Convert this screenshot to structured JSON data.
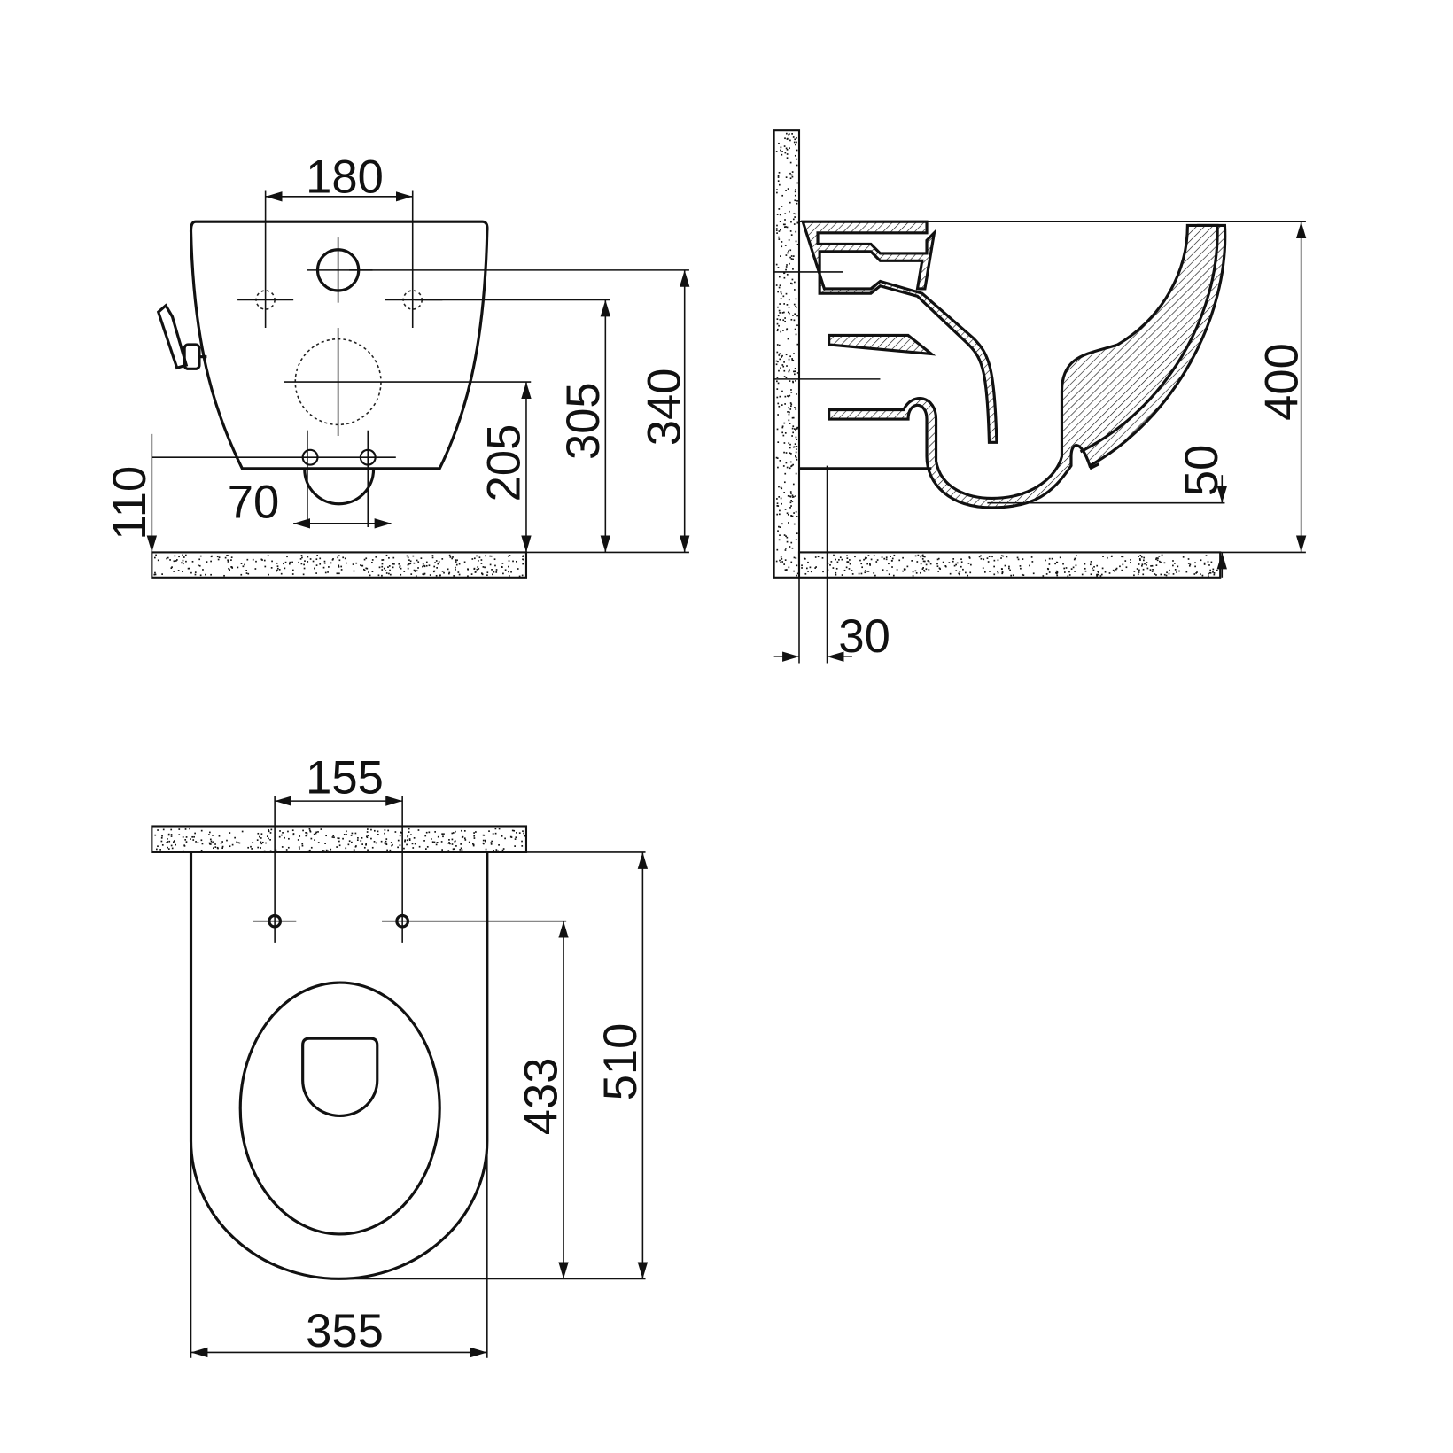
{
  "front_view": {
    "dims": {
      "bolt_spacing": "180",
      "inlet_height": "340",
      "bolt_height": "305",
      "outlet_height": "205",
      "bottom_height": "110",
      "lower_bolt_spacing": "70"
    }
  },
  "side_view": {
    "dims": {
      "rim_height": "400",
      "floor_gap": "50",
      "wall_offset": "30"
    }
  },
  "top_view": {
    "dims": {
      "seat_bolt_spacing": "155",
      "bolt_to_front": "433",
      "length": "510",
      "width": "355"
    }
  },
  "colors": {
    "line": "#111111",
    "background": "#ffffff"
  }
}
